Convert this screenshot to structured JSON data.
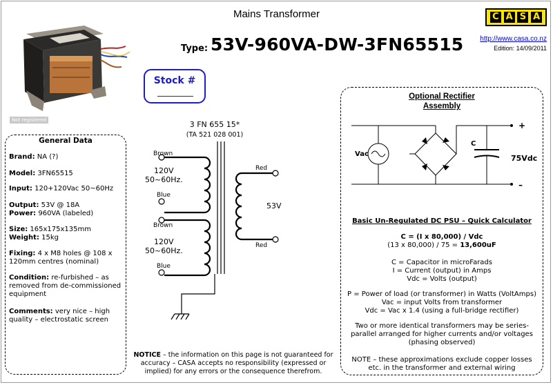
{
  "header": {
    "title": "Mains Transformer",
    "type_label": "Type:",
    "type_value": "53V-960VA-DW-3FN65515",
    "url": "http://www.casa.co.nz",
    "edition": "Edition: 14/09/2011",
    "logo_letters": [
      "C",
      "A",
      "S",
      "A"
    ]
  },
  "stock": {
    "label": "Stock #"
  },
  "photo": {
    "badge": "Not registered"
  },
  "general_data": {
    "title": "General Data",
    "brand_label": "Brand:",
    "brand_value": "NA (?)",
    "model_label": "Model:",
    "model_value": "3FN65515",
    "input_label": "Input:",
    "input_value": "120+120Vac 50~60Hz",
    "output_label": "Output:",
    "output_value": "53V @ 18A",
    "power_label": "Power:",
    "power_value": "960VA (labeled)",
    "size_label": "Size:",
    "size_value": "165x175x135mm",
    "weight_label": "Weight:",
    "weight_value": "15kg",
    "fixing_label": "Fixing:",
    "fixing_value": "4 x M8 holes @ 108 x 120mm centres (nominal)",
    "condition_label": "Condition:",
    "condition_value": "re-furbished – as removed from de-commissioned equipment",
    "comments_label": "Comments:",
    "comments_value": "very nice – high quality – electrostatic screen"
  },
  "schematic": {
    "part_number": "3 FN 655 15*",
    "ta_number": "(TA 521 028 001)",
    "primary1": {
      "top": "Brown",
      "bottom": "Blue",
      "voltage": "120V",
      "freq": "50~60Hz."
    },
    "primary2": {
      "top": "Brown",
      "bottom": "Blue",
      "voltage": "120V",
      "freq": "50~60Hz."
    },
    "secondary": {
      "top": "Red",
      "bottom": "Red",
      "voltage": "53V"
    }
  },
  "rectifier": {
    "title_line1": "Optional Rectifier",
    "title_line2": "Assembly",
    "source_label": "Vac",
    "cap_label": "C",
    "output_label": "75Vdc",
    "plus": "+",
    "minus": "–"
  },
  "calculator": {
    "heading": "Basic Un-Regulated DC PSU – Quick Calculator",
    "formula": "C = (I x 80,000) / Vdc",
    "example_prefix": "(13 x 80,000) / 75 = ",
    "example_result": "13,600uF",
    "def_c": "C = Capacitor in microFarads",
    "def_i": "I = Current (output) in Amps",
    "def_vdc": "Vdc = Volts (output)",
    "def_p": "P = Power of load (or transformer) in Watts (VoltAmps)",
    "def_vac": "Vac = input Volts from transformer",
    "def_vdc2": "Vdc = Vac x 1.4 (using a full-bridge rectifier)",
    "series_note": "Two or more identical transformers may be series-parallel arranged for higher currents and/or voltages (phasing observed)",
    "note": "NOTE – these approximations exclude copper losses etc. in the transformer and external wiring"
  },
  "notice": {
    "label": "NOTICE",
    "text": " – the information on this page is not guaranteed for accuracy – CASA accepts no responsibility (expressed or implied) for any errors or the consequence therefrom."
  }
}
